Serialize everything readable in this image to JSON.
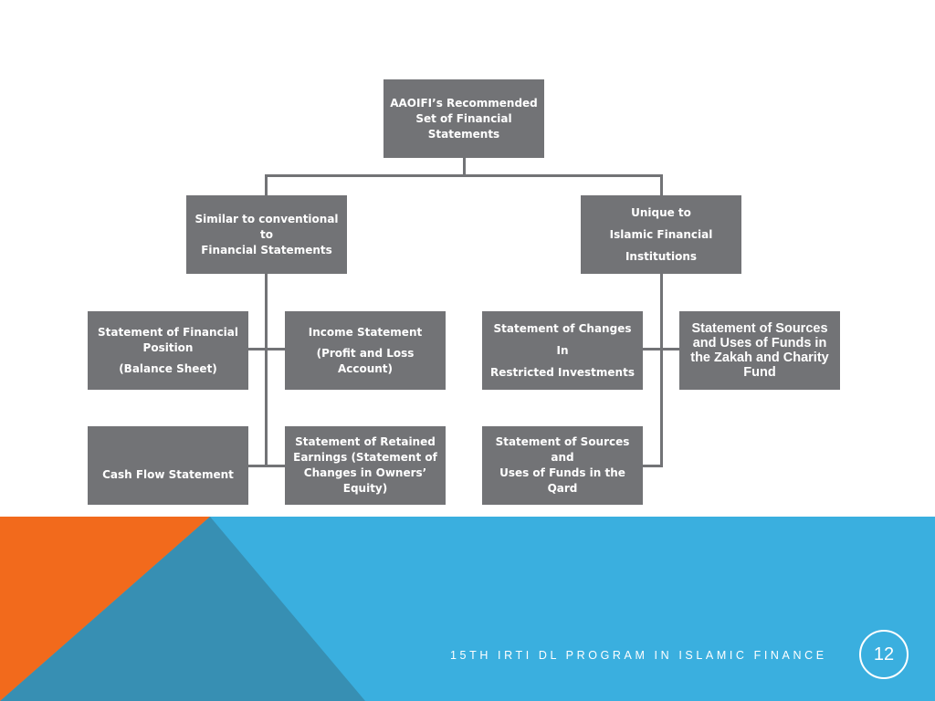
{
  "colors": {
    "box_fill": "#727376",
    "connector": "#727376",
    "band_blue": "#3aafdf",
    "band_dark_blue": "#378fb3",
    "band_orange": "#f26a1c",
    "text_on_box": "#ffffff"
  },
  "diagram": {
    "root": {
      "lines": [
        "AAOIFI’s Recommended",
        "Set of Financial Statements"
      ]
    },
    "left_branch": {
      "lines": [
        "Similar to conventional to",
        "Financial Statements"
      ]
    },
    "right_branch": {
      "lines": [
        "Unique to",
        "Islamic Financial",
        "Institutions"
      ]
    },
    "left_items": [
      {
        "lines": [
          "Statement of Financial",
          "Position",
          "(Balance Sheet)"
        ]
      },
      {
        "lines": [
          "Income Statement",
          "(Profit and Loss Account)"
        ]
      },
      {
        "lines": [
          "Cash Flow Statement"
        ]
      },
      {
        "lines": [
          "Statement of Retained",
          "Earnings (Statement of",
          "Changes in Owners’",
          "Equity)"
        ]
      }
    ],
    "right_items": [
      {
        "lines": [
          "Statement of Changes",
          "In",
          "Restricted Investments"
        ]
      },
      {
        "lines": [
          "Statement of Sources",
          "and Uses of Funds in",
          "the Zakah and Charity",
          "Fund"
        ]
      },
      {
        "lines": [
          "Statement of Sources and",
          "Uses of Funds in the Qard"
        ]
      }
    ]
  },
  "footer": {
    "program_title": "15TH IRTI DL PROGRAM IN ISLAMIC FINANCE",
    "page_number": "12"
  }
}
